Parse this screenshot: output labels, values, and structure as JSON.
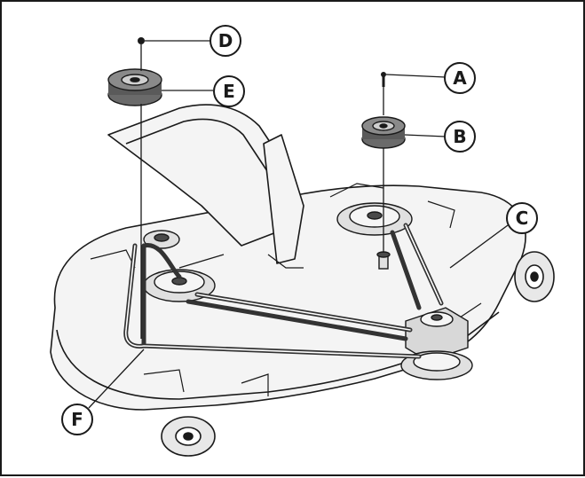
{
  "diagram": {
    "callouts": [
      {
        "id": "A",
        "label": "A"
      },
      {
        "id": "B",
        "label": "B"
      },
      {
        "id": "C",
        "label": "C"
      },
      {
        "id": "D",
        "label": "D"
      },
      {
        "id": "E",
        "label": "E"
      },
      {
        "id": "F",
        "label": "F"
      }
    ]
  },
  "colors": {
    "line": "#1a1a1a",
    "belt": "#333333",
    "deck_fill": "#f4f4f4",
    "pulley_fill": "#4a4a4a",
    "callout_fill": "#ffffff"
  }
}
